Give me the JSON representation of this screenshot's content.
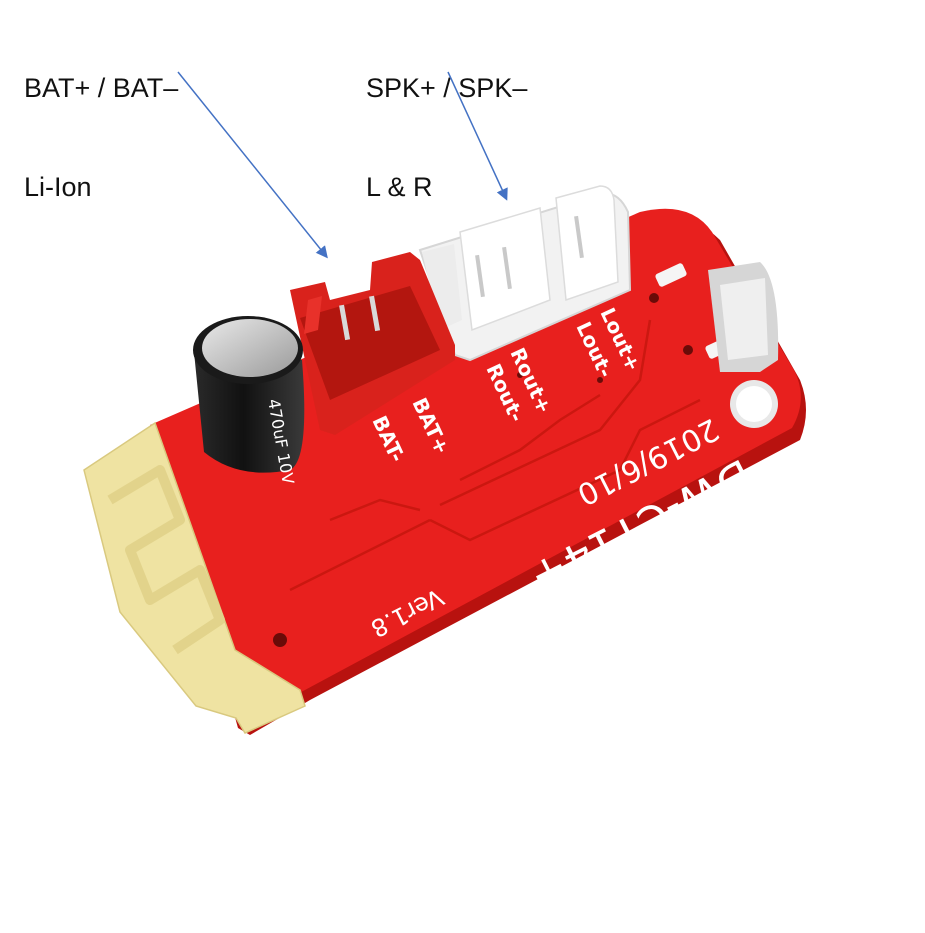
{
  "callouts": {
    "battery": {
      "line1": "BAT+ / BAT–",
      "line2": "Li-Ion"
    },
    "speaker": {
      "line1": "SPK+ / SPK–",
      "line2": "L & R"
    }
  },
  "board": {
    "model_text": "DW-CT14+",
    "date_text": "2019/6/10",
    "version_text": "Ver1.8",
    "pads": {
      "bat_plus": "BAT+",
      "bat_minus": "BAT-",
      "rout_plus": "Rout+",
      "rout_minus": "Rout-",
      "lout_plus": "Lout+",
      "lout_minus": "Lout-"
    },
    "capacitor_text": "470uF 10V"
  },
  "colors": {
    "pcb": "#e8201e",
    "pcb_dark": "#b8120f",
    "antenna": "#efe3a2",
    "connector_red": "#d9221c",
    "connector_white": "#f2f2f2",
    "arrow": "#4472c4"
  }
}
